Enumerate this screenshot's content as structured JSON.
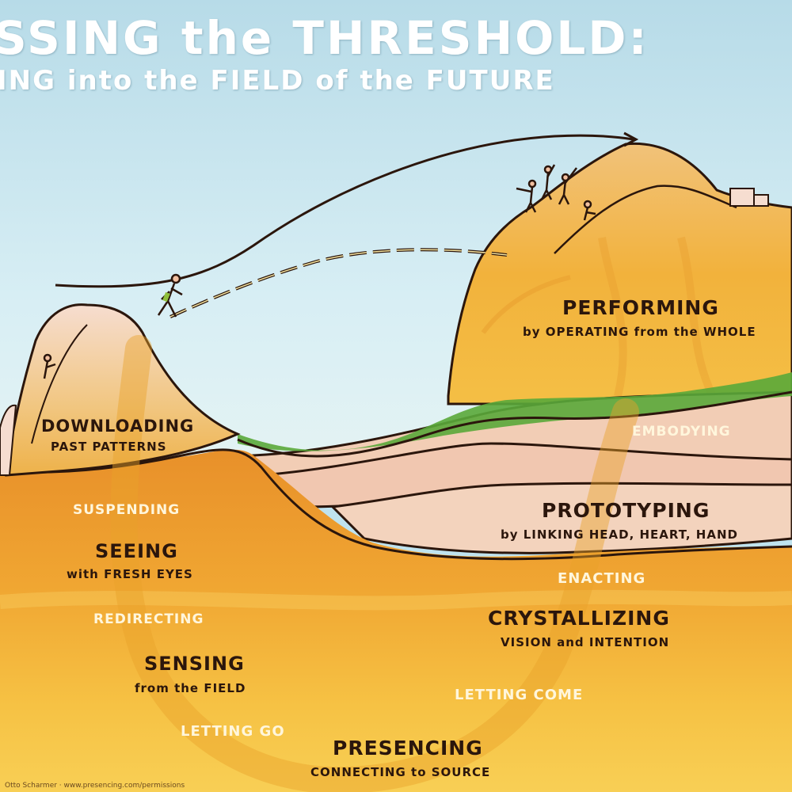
{
  "title": {
    "line1": "SSING the THRESHOLD:",
    "line2": "ING into the FIELD of the FUTURE"
  },
  "stages": {
    "downloading": {
      "label": "DOWNLOADING",
      "sub": "PAST PATTERNS"
    },
    "seeing": {
      "label": "SEEING",
      "sub": "with FRESH EYES"
    },
    "sensing": {
      "label": "SENSING",
      "sub": "from the FIELD"
    },
    "presencing": {
      "label": "PRESENCING",
      "sub": "CONNECTING to SOURCE"
    },
    "crystallizing": {
      "label": "CRYSTALLIZING",
      "sub": "VISION and INTENTION"
    },
    "prototyping": {
      "label": "PROTOTYPING",
      "sub": "by LINKING HEAD, HEART, HAND"
    },
    "performing": {
      "label": "PERFORMING",
      "sub": "by OPERATING from the WHOLE"
    }
  },
  "transitions": {
    "suspending": "SUSPENDING",
    "redirecting": "REDIRECTING",
    "letting_go": "LETTING GO",
    "letting_come": "LETTING COME",
    "enacting": "ENACTING",
    "embodying": "EMBODYING"
  },
  "credit": "Otto Scharmer · www.presencing.com/permissions",
  "colors": {
    "sky": "#bfe3ef",
    "ground_orange": "#f0a632",
    "ground_yellow": "#f7c84a",
    "rock_pink": "#f3cfb6",
    "grass": "#5aa83a",
    "ink": "#2b160c"
  }
}
